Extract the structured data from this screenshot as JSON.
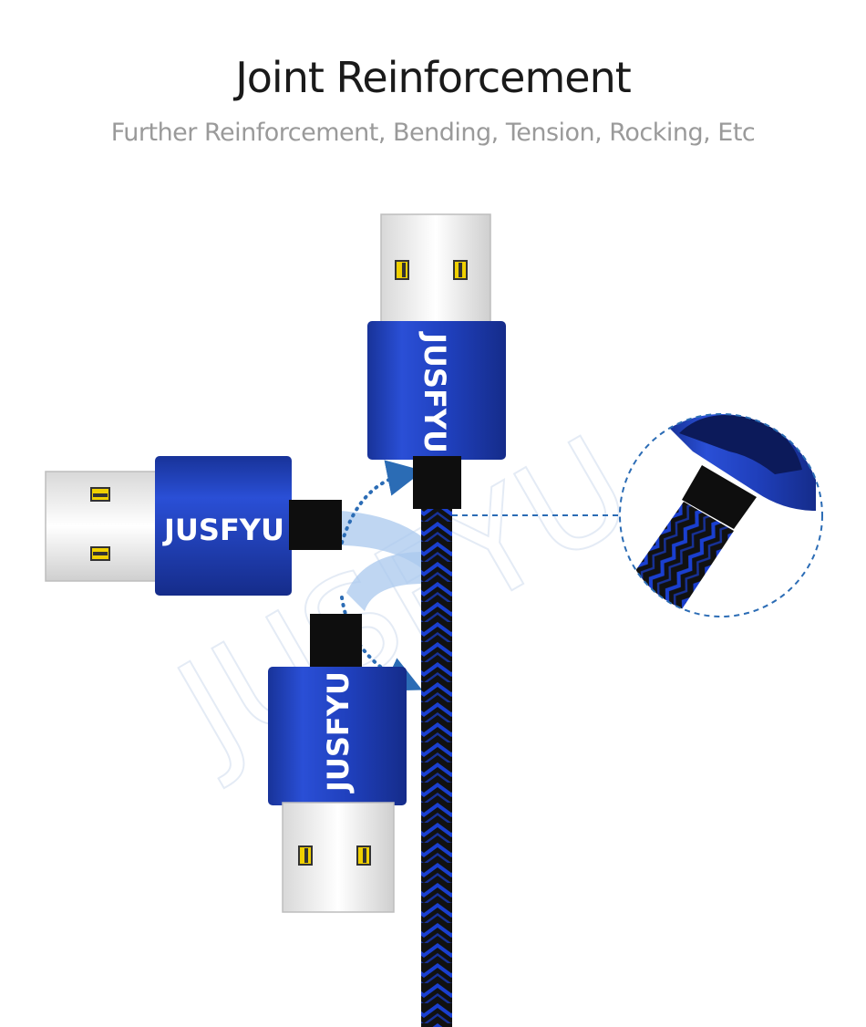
{
  "header": {
    "title": "Joint Reinforcement",
    "subtitle": "Further Reinforcement, Bending, Tension, Rocking, Etc"
  },
  "product": {
    "brand_top": "JUSFYU",
    "brand_left": "JUSFYU",
    "brand_bottom": "JUSFYU",
    "watermark": "JUSFYU"
  },
  "colors": {
    "connector_blue": "#1f3fb8",
    "braid_blue": "#1a3fd0",
    "braid_black": "#111111",
    "arrow_blue": "#2b6cb5",
    "motion_arc": "#a9c8ee"
  },
  "icons": [
    "usb-plug-top",
    "usb-plug-left",
    "usb-plug-bottom",
    "braided-cable",
    "zoom-detail-circle",
    "motion-arrow"
  ]
}
